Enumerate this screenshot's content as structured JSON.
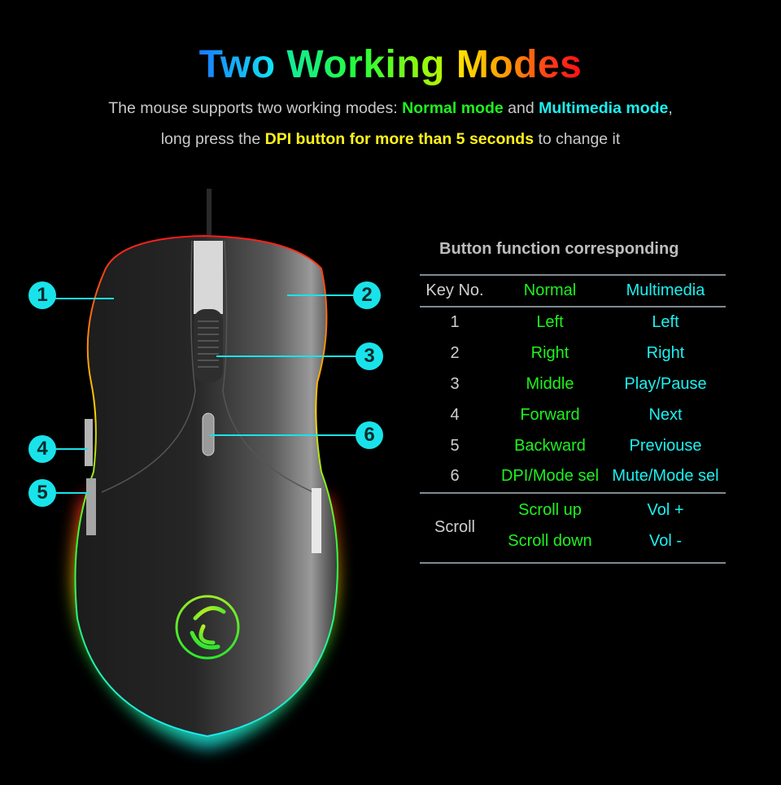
{
  "header": {
    "title_parts": [
      "Two",
      "Working",
      "Modes"
    ],
    "line1": {
      "prefix": "The mouse supports two working modes: ",
      "normal_mode": "Normal mode",
      "middle": " and ",
      "multimedia_mode": "Multimedia mode",
      "suffix": ","
    },
    "line2": {
      "prefix": "long press the ",
      "highlight": "DPI button for more than 5 seconds",
      "suffix": " to change it"
    }
  },
  "mouse": {
    "callouts": [
      "1",
      "2",
      "3",
      "4",
      "5",
      "6"
    ]
  },
  "table": {
    "title": "Button function corresponding",
    "headers": {
      "key": "Key No.",
      "normal": "Normal",
      "multimedia": "Multimedia"
    },
    "rows": [
      {
        "key": "1",
        "normal": "Left",
        "multimedia": "Left"
      },
      {
        "key": "2",
        "normal": "Right",
        "multimedia": "Right"
      },
      {
        "key": "3",
        "normal": "Middle",
        "multimedia": "Play/Pause"
      },
      {
        "key": "4",
        "normal": "Forward",
        "multimedia": "Next"
      },
      {
        "key": "5",
        "normal": "Backward",
        "multimedia": "Previouse"
      },
      {
        "key": "6",
        "normal": "DPI/Mode sel",
        "multimedia": "Mute/Mode sel"
      }
    ],
    "scroll": {
      "key": "Scroll",
      "rows": [
        {
          "normal": "Scroll up",
          "multimedia": "Vol +"
        },
        {
          "normal": "Scroll down",
          "multimedia": "Vol -"
        }
      ]
    }
  },
  "colors": {
    "background": "#000000",
    "normal_green": "#1ef21e",
    "multimedia_cyan": "#1cf0f0",
    "highlight_yellow": "#fff21a",
    "callout_cyan": "#19e3ea",
    "text_gray": "#c9c9c9"
  }
}
